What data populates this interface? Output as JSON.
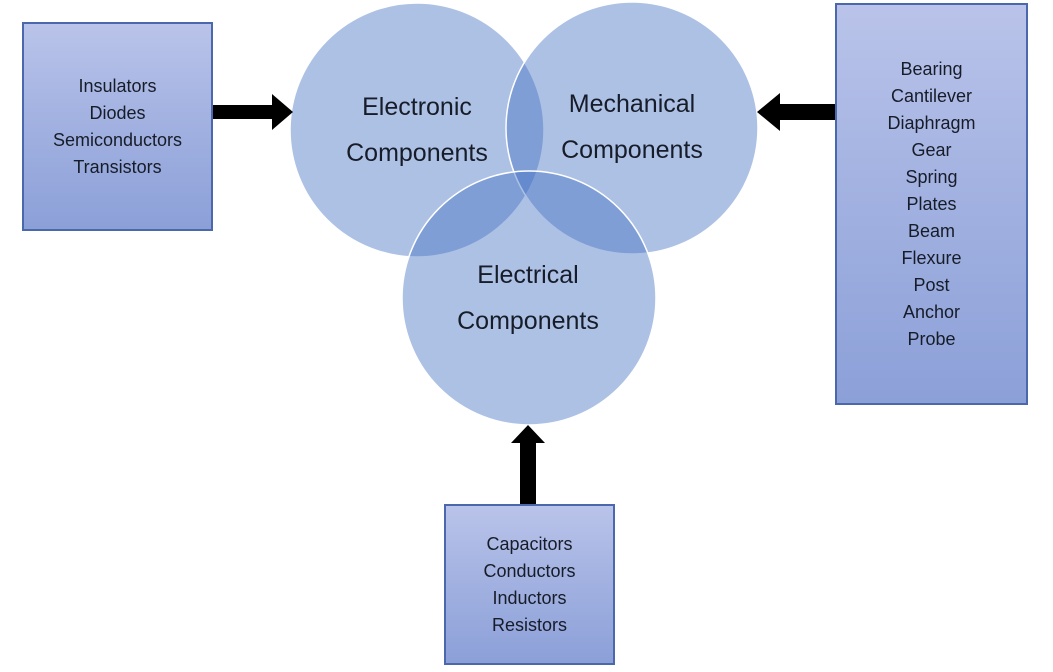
{
  "venn": {
    "circles": [
      {
        "name": "electronic",
        "label": [
          "Electronic",
          "Components"
        ]
      },
      {
        "name": "mechanical",
        "label": [
          "Mechanical",
          "Components"
        ]
      },
      {
        "name": "electrical",
        "label": [
          "Electrical",
          "Components"
        ]
      }
    ]
  },
  "boxes": {
    "left": {
      "items": [
        "Insulators",
        "Diodes",
        "Semiconductors",
        "Transistors"
      ]
    },
    "right": {
      "items": [
        "Bearing",
        "Cantilever",
        "Diaphragm",
        "Gear",
        "Spring",
        "Plates",
        "Beam",
        "Flexure",
        "Post",
        "Anchor",
        "Probe"
      ]
    },
    "bottom": {
      "items": [
        "Capacitors",
        "Conductors",
        "Inductors",
        "Resistors"
      ]
    }
  },
  "arrows": [
    {
      "name": "left-arrow",
      "direction": "right",
      "from": "left-list-box",
      "to": "electronic-circle"
    },
    {
      "name": "right-arrow",
      "direction": "left",
      "from": "right-list-box",
      "to": "mechanical-circle"
    },
    {
      "name": "bottom-arrow",
      "direction": "up",
      "from": "bottom-list-box",
      "to": "electrical-circle"
    }
  ],
  "colors": {
    "background": "#ffffff",
    "circle_fill": "#4472c4",
    "circle_fill_opacity": "0.44",
    "circle_outline": "#ffffff",
    "box_fill_top": "#bac4ea",
    "box_fill_bottom": "#8ca0d8",
    "box_border": "#4c68ac",
    "arrow": "#000000",
    "text": "#171c29"
  }
}
